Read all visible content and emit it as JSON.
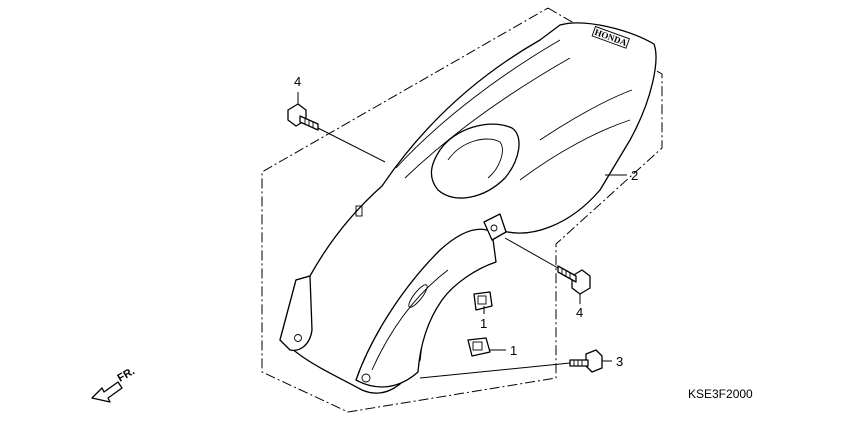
{
  "callouts": {
    "c1a": "1",
    "c1b": "1",
    "c2": "2",
    "c3": "3",
    "c4a": "4",
    "c4b": "4"
  },
  "direction_label": "FR.",
  "diagram_code": "KSE3F2000",
  "brand_mark": "HONDA"
}
